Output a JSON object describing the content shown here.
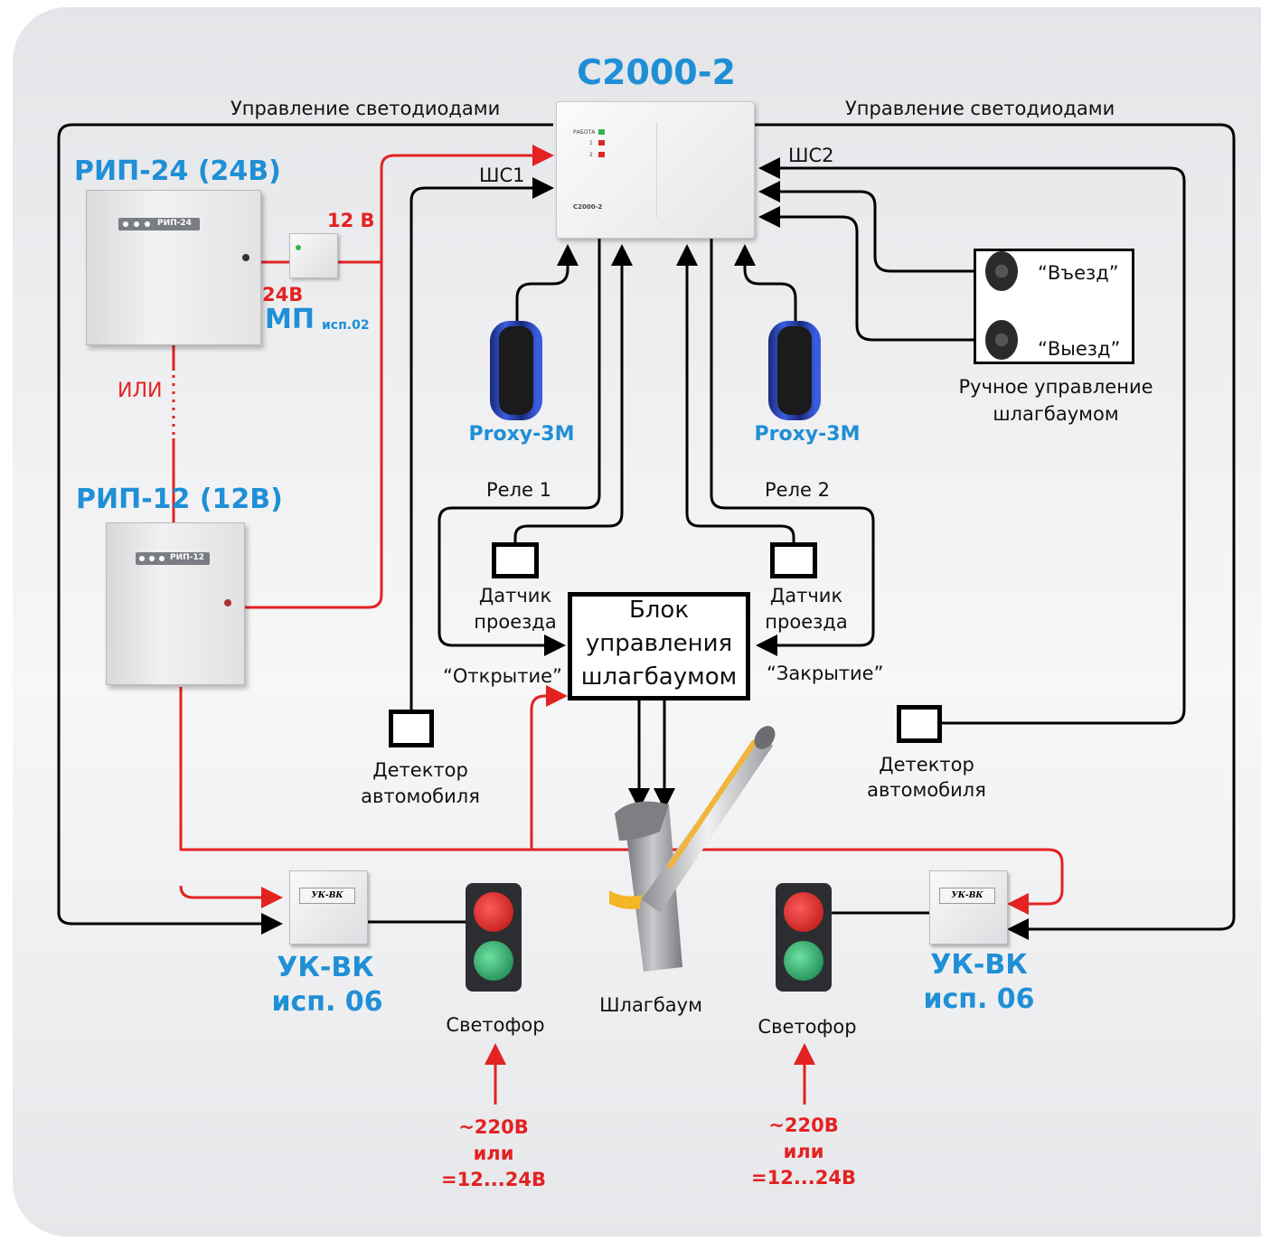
{
  "title": "С2000-2",
  "led_control_left": "Управление светодиодами",
  "led_control_right": "Управление светодиодами",
  "shs1": "ШС1",
  "shs2": "ШС2",
  "rip24": "РИП-24 (24В)",
  "rip24_face": "РИП-24",
  "rip12": "РИП-12 (12В)",
  "rip12_face": "РИП-12",
  "v12": "12 В",
  "v24": "24В",
  "mp": "МП",
  "mp_isp": "исп.02",
  "ili": "ИЛИ",
  "proxy_left": "Proxy-3M",
  "proxy_right": "Proxy-3M",
  "rele1": "Реле 1",
  "rele2": "Реле 2",
  "sensor_left": [
    "Датчик",
    "проезда"
  ],
  "sensor_right": [
    "Датчик",
    "проезда"
  ],
  "control_block": [
    "Блок",
    "управления",
    "шлагбаумом"
  ],
  "open": "“Открытие”",
  "close": "“Закрытие”",
  "entry": "“Въезд”",
  "exit": "“Выезд”",
  "manual": [
    "Ручное управление",
    "шлагбаумом"
  ],
  "detector_left": [
    "Детектор",
    "автомобиля"
  ],
  "detector_right": [
    "Детектор",
    "автомобиля"
  ],
  "barrier": "Шлагбаум",
  "ukvk_left": [
    "УК-ВК",
    "исп. 06"
  ],
  "ukvk_right": [
    "УК-ВК",
    "исп. 06"
  ],
  "ukvk_face": "УК-ВК",
  "svetofor_left": "Светофор",
  "svetofor_right": "Светофор",
  "power_left": [
    "~220В",
    "или",
    "=12...24В"
  ],
  "power_right": [
    "~220В",
    "или",
    "=12...24В"
  ],
  "device_face": "С2000-2",
  "device_status": "РАБОТА",
  "device_led1": "1",
  "device_led2": "2",
  "colors": {
    "blue": "#1f8fd6",
    "red": "#e32222",
    "wire": "#000000"
  }
}
